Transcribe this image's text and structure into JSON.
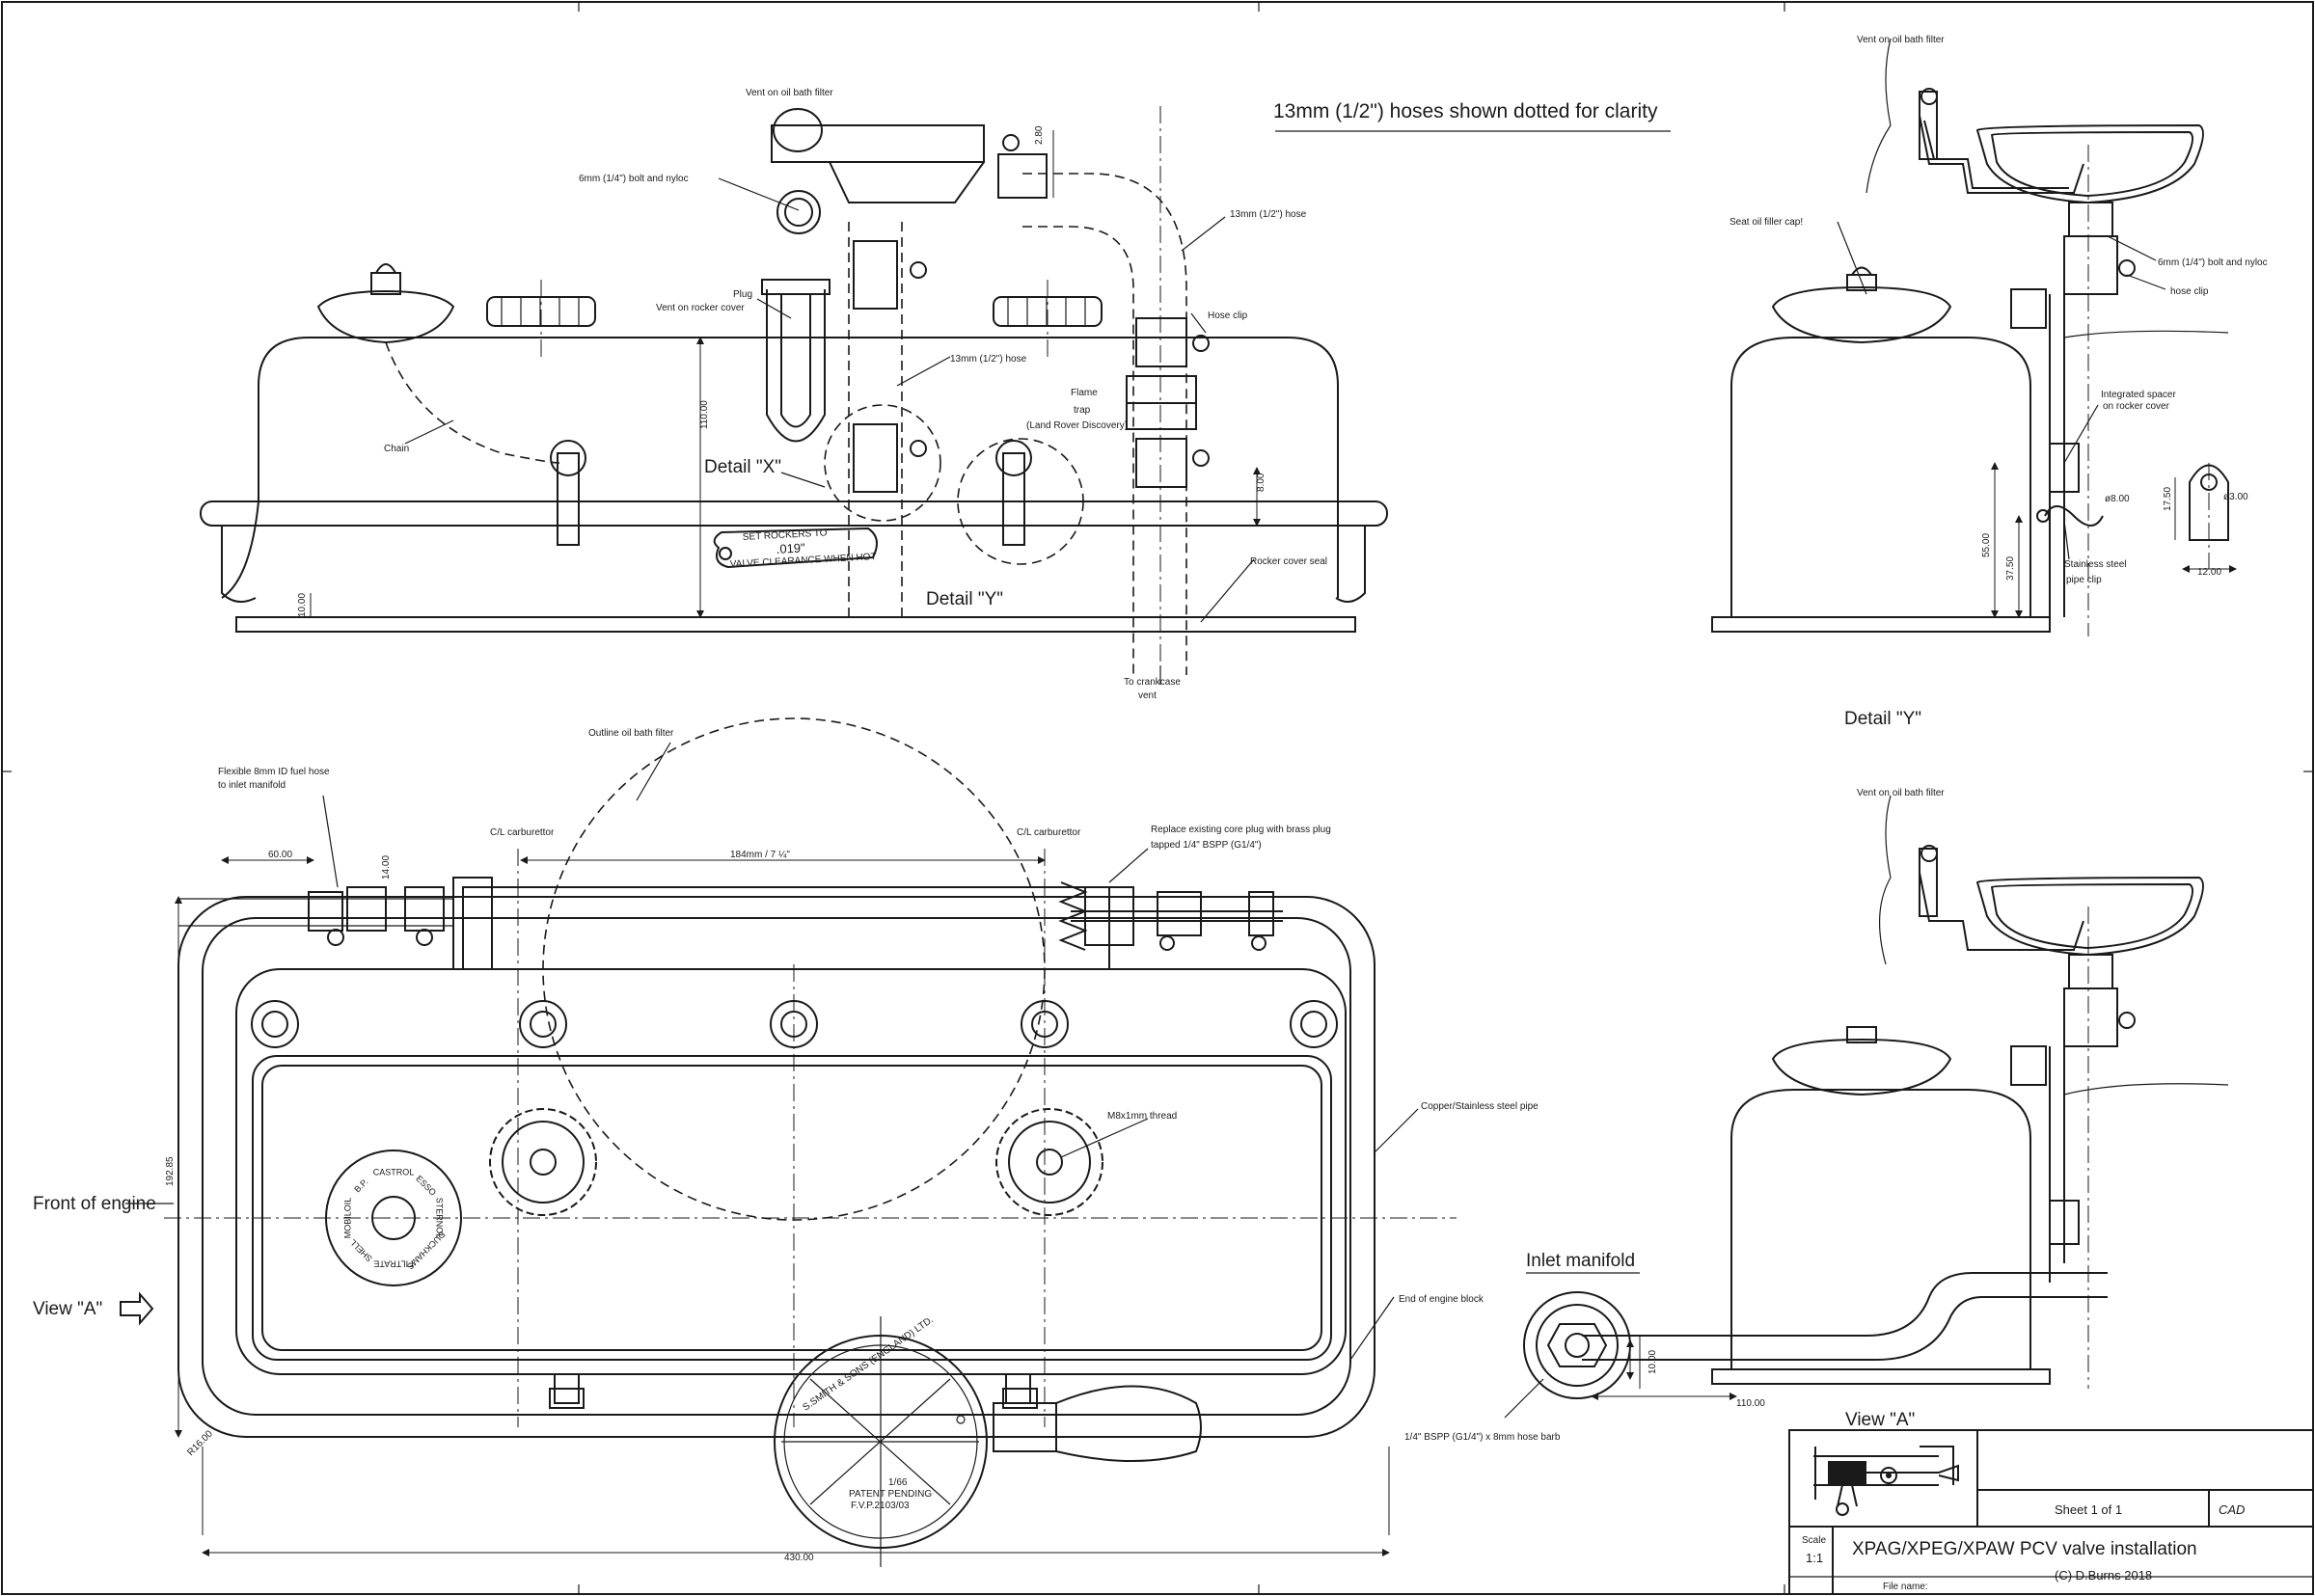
{
  "drawing": {
    "hoses_note": "13mm (1/2\") hoses shown dotted for clarity",
    "sheet": "Sheet 1 of 1",
    "cad": "CAD",
    "title": "XPAG/XPEG/XPAW PCV valve installation",
    "copyright": "(C) D.Burns 2018",
    "scale_label": "Scale",
    "scale_value": "1:1",
    "file_label": "File name:"
  },
  "front_view": {
    "vent_filter": "Vent on oil bath filter",
    "bolt_nyloc": "6mm (1/4\") bolt and nyloc",
    "hose_13mm_right": "13mm (1/2\") hose",
    "hose_13mm_mid": "13mm (1/2\") hose",
    "plug": "Plug",
    "vent_rocker": "Vent on rocker cover",
    "hose_clip": "Hose clip",
    "flame_trap_1": "Flame",
    "flame_trap_2": "trap",
    "flame_trap_3": "(Land Rover Discovery)",
    "chain": "Chain",
    "detail_x": "Detail \"X\"",
    "detail_y": "Detail \"Y\"",
    "rocker_seal": "Rocker cover seal",
    "crankcase_1": "To crankcase",
    "crankcase_2": "vent",
    "dim_280": "2.80",
    "dim_110": "110.00",
    "dim_800": "8.00",
    "dim_1000": "10.00",
    "plate_1": "SET ROCKERS TO",
    "plate_2": ".019\"",
    "plate_3": "VALVE CLEARANCE WHEN HOT"
  },
  "side_view": {
    "vent_filter": "Vent on oil bath filter",
    "seat_cap": "Seat oil filler cap!",
    "bolt_nyloc": "6mm (1/4\") bolt and nyloc",
    "hose_clip": "hose clip",
    "spacer_1": "Integrated spacer",
    "spacer_2": "on rocker cover",
    "pipe_clip_1": "Stainless steel",
    "pipe_clip_2": "pipe clip",
    "dim_55": "55.00",
    "dim_375": "37.50",
    "dim_phi8": "ø8.00",
    "dim_1750": "17.50",
    "dim_phi3": "ø3.00",
    "dim_12": "12.00",
    "detail_y": "Detail \"Y\""
  },
  "plan_view": {
    "fuel_hose_1": "Flexible 8mm ID fuel hose",
    "fuel_hose_2": "to inlet manifold",
    "outline_filter": "Outline oil bath filter",
    "carb_left": "C/L carburettor",
    "carb_right": "C/L carburettor",
    "core_plug_1": "Replace existing core plug with brass plug",
    "core_plug_2": "tapped 1/4\" BSPP (G1/4\")",
    "dim_60": "60.00",
    "dim_14": "14.00",
    "dim_184": "184mm / 7 ¼\"",
    "dim_19285": "192.85",
    "dim_r16": "R16.00",
    "dim_430": "430.00",
    "thread": "M8x1mm thread",
    "pipe": "Copper/Stainless steel pipe",
    "end_block": "End of engine block",
    "front_engine": "Front of engine",
    "view_a": "View \"A\"",
    "brands": [
      "CASTROL",
      "ESSO",
      "STERNOL",
      "DUCKHAMS",
      "FILTRATE",
      "SHELL",
      "MOBILOIL",
      "B.P."
    ],
    "smiths_1": "S.SMITH & SONS (ENGLAND) LTD.",
    "smiths_2": "1/66",
    "smiths_3": "PATENT PENDING",
    "smiths_4": "F.V.P.2103/03"
  },
  "view_a": {
    "vent_filter": "Vent on oil bath filter",
    "inlet_manifold": "Inlet manifold",
    "hose_barb": "1/4\" BSPP (G1/4\") x 8mm hose barb",
    "dim_110": "110.00",
    "dim_10": "10.00",
    "view_label": "View \"A\""
  }
}
